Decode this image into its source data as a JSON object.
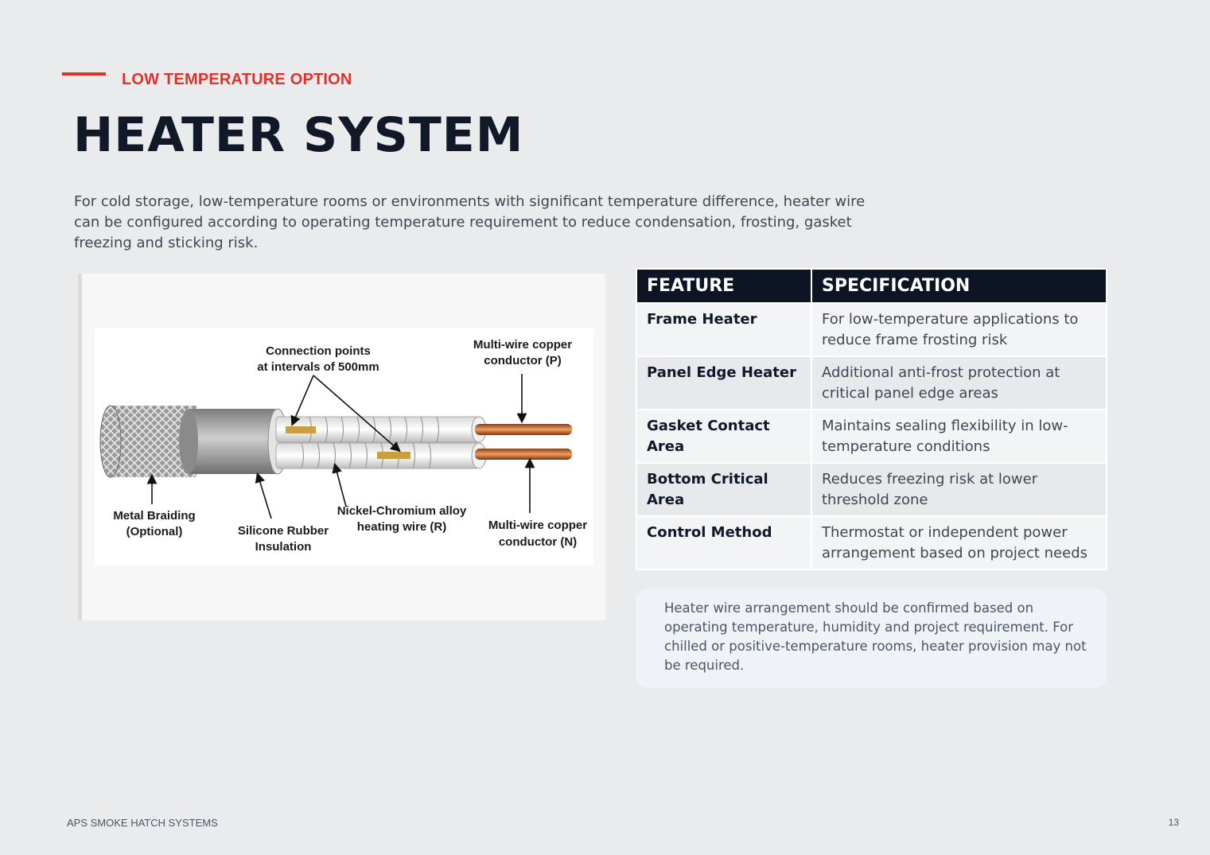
{
  "header": {
    "eyebrow": "LOW TEMPERATURE OPTION",
    "title": "HEATER SYSTEM",
    "intro": "For cold storage, low-temperature rooms or environments with significant temperature difference, heater wire can be configured according to operating temperature requirement to reduce condensation, frosting, gasket freezing and sticking risk.",
    "accent_color": "#e0312b"
  },
  "diagram": {
    "labels": {
      "connection_1": "Connection points",
      "connection_2": "at intervals of 500mm",
      "copper_p_1": "Multi-wire copper",
      "copper_p_2": "conductor (P)",
      "braiding_1": "Metal Braiding",
      "braiding_2": "(Optional)",
      "silicone_1": "Silicone Rubber",
      "silicone_2": "Insulation",
      "nichrome_1": "Nickel-Chromium alloy",
      "nichrome_2": "heating wire (R)",
      "copper_n_1": "Multi-wire copper",
      "copper_n_2": "conductor (N)"
    }
  },
  "table": {
    "headers": [
      "FEATURE",
      "SPECIFICATION"
    ],
    "rows": [
      {
        "feature": "Frame Heater",
        "spec": "For low-temperature applications to reduce frame frosting risk"
      },
      {
        "feature": "Panel Edge Heater",
        "spec": "Additional anti-frost protection at critical panel edge areas"
      },
      {
        "feature": "Gasket Contact Area",
        "spec": "Maintains sealing flexibility in low-temperature conditions"
      },
      {
        "feature": "Bottom Critical Area",
        "spec": "Reduces freezing risk at lower threshold zone"
      },
      {
        "feature": "Control Method",
        "spec": "Thermostat or independent power arrangement based on project needs"
      }
    ],
    "header_color": "#0d1525"
  },
  "note": "Heater wire arrangement should be confirmed based on operating temperature, humidity and project requirement. For chilled or positive-temperature rooms, heater provision may not be required.",
  "footer": {
    "left": "APS SMOKE HATCH SYSTEMS",
    "page": "13"
  }
}
